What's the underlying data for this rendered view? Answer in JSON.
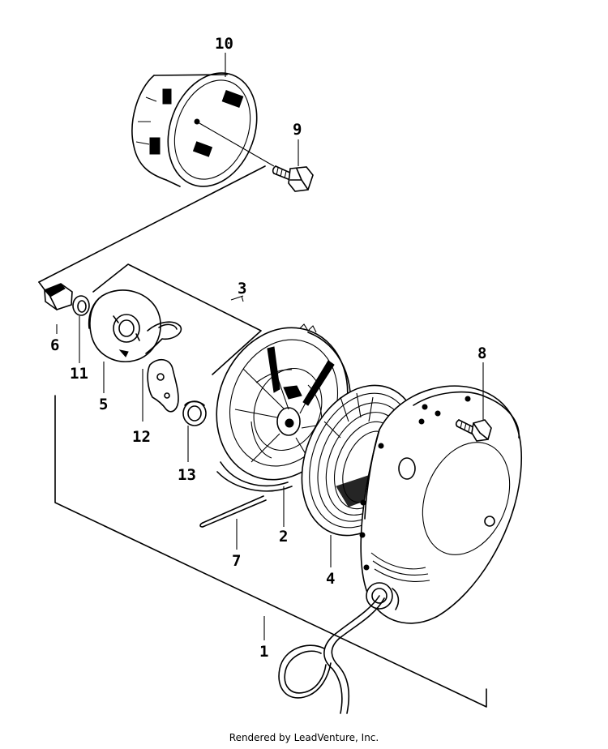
{
  "callouts": {
    "c1": "1",
    "c2": "2",
    "c3": "3",
    "c4": "4",
    "c5": "5",
    "c6": "6",
    "c7": "7",
    "c8": "8",
    "c9": "9",
    "c10": "10",
    "c11": "11",
    "c12": "12",
    "c13": "13"
  },
  "footer": "Rendered by LeadVenture, Inc."
}
